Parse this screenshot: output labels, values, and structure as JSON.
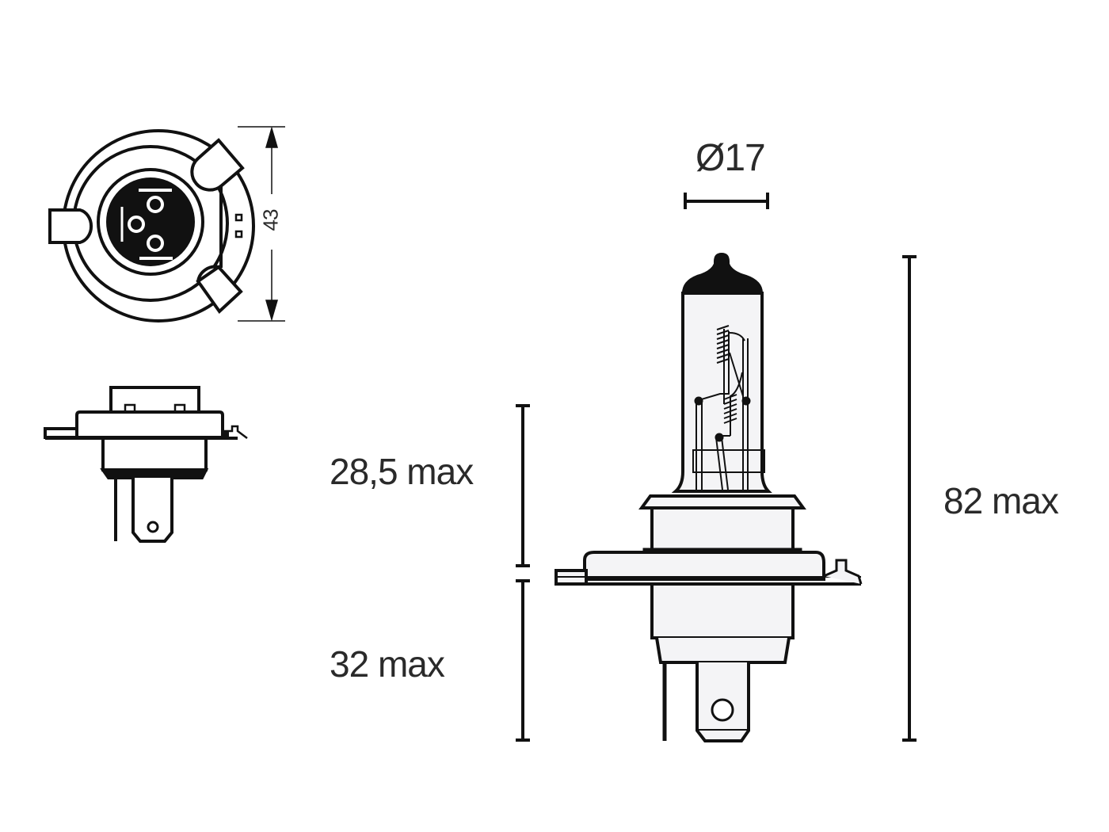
{
  "diagram": {
    "subject": "H4 halogen headlight bulb",
    "views": [
      {
        "name": "base-front-view",
        "label": "43",
        "dimension": "43"
      },
      {
        "name": "base-side-view"
      },
      {
        "name": "bulb-side-view"
      }
    ],
    "dimensions": {
      "base_diameter": "43",
      "glass_diameter": "Ø17",
      "upper_height": "28,5 max",
      "lower_height": "32 max",
      "total_height": "82 max"
    },
    "colors": {
      "line": "#111111",
      "fill_light": "#f4f4f6",
      "text": "#2a2a2a",
      "background": "#ffffff"
    }
  }
}
